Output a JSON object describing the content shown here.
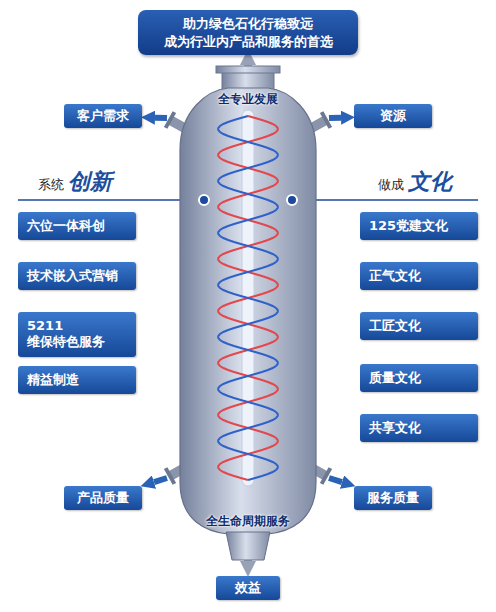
{
  "diagram": {
    "nodes": [
      {
        "text": [
          "助力绿色石化行稳致远 成为行业内产品和服务的首选"
        ]
      },
      {
        "text": [
          "全专业发展",
          "全生命周期服务"
        ]
      },
      {
        "text": [
          "客户需求"
        ]
      },
      {
        "text": [
          "资源"
        ]
      },
      {
        "text": [
          "六位一体科创"
        ]
      },
      {
        "text": [
          "技术嵌入式营销"
        ]
      },
      {
        "text": [
          "5211 维保特色服务"
        ]
      },
      {
        "text": [
          "精益制造"
        ]
      },
      {
        "text": [
          "125党建文化"
        ]
      },
      {
        "text": [
          "正气文化"
        ]
      },
      {
        "text": [
          "工匠文化"
        ]
      },
      {
        "text": [
          "质量文化"
        ]
      },
      {
        "text": [
          "共享文化"
        ]
      },
      {
        "text": [
          "产品质量"
        ]
      },
      {
        "text": [
          "服务质量"
        ]
      },
      {
        "text": [
          "效益"
        ]
      }
    ],
    "edges": [
      {
        "from": 1,
        "to": 0,
        "arrow": "to"
      },
      {
        "from": 1,
        "to": 2,
        "arrow": "to"
      },
      {
        "from": 1,
        "to": 3,
        "arrow": "to"
      },
      {
        "from": 1,
        "to": 13,
        "arrow": "to"
      },
      {
        "from": 1,
        "to": 14,
        "arrow": "to"
      },
      {
        "from": 1,
        "to": 15,
        "arrow": "to"
      }
    ],
    "labels": [
      "系统",
      "创新",
      "做成",
      "文化"
    ]
  }
}
